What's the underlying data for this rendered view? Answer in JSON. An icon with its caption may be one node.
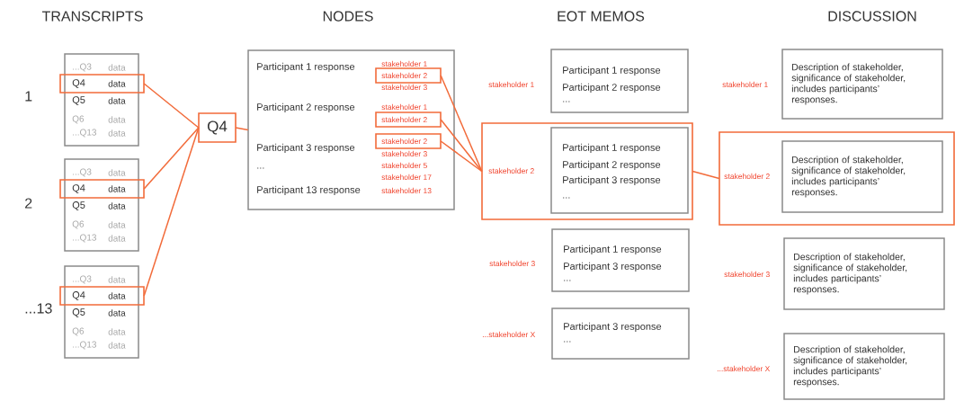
{
  "diagram": {
    "nodes": [
      {
        "text": [
          "...Q3",
          "data",
          "Q5",
          "data",
          "Q6",
          "data",
          "...Q13",
          "data"
        ],
        "beside": [
          "1"
        ]
      },
      {
        "text": [
          "Q4",
          "data"
        ],
        "in": 0
      },
      {
        "text": [
          "...Q3",
          "data",
          "Q5",
          "data",
          "Q6",
          "data",
          "...Q13",
          "data"
        ],
        "beside": [
          "2"
        ]
      },
      {
        "text": [
          "Q4",
          "data"
        ],
        "in": 2
      },
      {
        "text": [
          "...Q3",
          "data",
          "Q5",
          "data",
          "Q6",
          "data",
          "...Q13",
          "data"
        ],
        "beside": [
          "...13"
        ]
      },
      {
        "text": [
          "Q4",
          "data"
        ],
        "in": 4
      },
      {
        "text": [
          "Q4"
        ]
      },
      {
        "text": [
          "Participant 1 response",
          "stakeholder 1",
          "stakeholder 3",
          "Participant 2 response",
          "stakeholder 1",
          "Participant 3 response",
          "stakeholder 3",
          "stakeholder 5",
          "stakeholder 17",
          "...",
          "Participant 13 response",
          "stakeholder 13"
        ]
      },
      {
        "text": [
          "stakeholder 2"
        ],
        "in": 7
      },
      {
        "text": [
          "stakeholder 2"
        ],
        "in": 7
      },
      {
        "text": [
          "stakeholder 2"
        ],
        "in": 7
      },
      {
        "text": [
          "Participant 1 response",
          "Participant 2 response",
          "..."
        ],
        "beside": [
          "stakeholder 1"
        ]
      },
      {
        "text": [
          "stakeholder 2"
        ]
      },
      {
        "text": [
          "Participant 1 response",
          "Participant 2 response",
          "Participant 3 response",
          "..."
        ],
        "in": 12
      },
      {
        "text": [
          "Participant 1 response",
          "Participant 3 response",
          "..."
        ],
        "beside": [
          "stakeholder 3"
        ]
      },
      {
        "text": [
          "Participant 3 response",
          "..."
        ],
        "beside": [
          "...stakeholder X"
        ]
      },
      {
        "text": [
          "Description of stakeholder, significance of stakeholder, includes participants’ responses."
        ],
        "beside": [
          "stakeholder 1"
        ]
      },
      {
        "text": [
          "stakeholder 2"
        ]
      },
      {
        "text": [
          "Description of stakeholder, significance of stakeholder, includes participants’ responses."
        ],
        "in": 17
      },
      {
        "text": [
          "Description of stakeholder, significance of stakeholder, includes participants’ responses."
        ],
        "beside": [
          "stakeholder 3"
        ]
      },
      {
        "text": [
          "Description of stakeholder, significance of stakeholder, includes participants’ responses."
        ],
        "beside": [
          "...stakeholder X"
        ]
      }
    ],
    "edges": [
      {
        "from": 1,
        "to": 6,
        "arrow": "none"
      },
      {
        "from": 3,
        "to": 6,
        "arrow": "none"
      },
      {
        "from": 5,
        "to": 6,
        "arrow": "none"
      },
      {
        "from": 6,
        "to": 7,
        "arrow": "none"
      },
      {
        "from": 8,
        "to": 12,
        "arrow": "none"
      },
      {
        "from": 9,
        "to": 12,
        "arrow": "none"
      },
      {
        "from": 10,
        "to": 12,
        "arrow": "none"
      },
      {
        "from": 12,
        "to": 17,
        "arrow": "none"
      }
    ],
    "labels": [
      "TRANSCRIPTS",
      "NODES",
      "EOT MEMOS",
      "DISCUSSION"
    ]
  }
}
